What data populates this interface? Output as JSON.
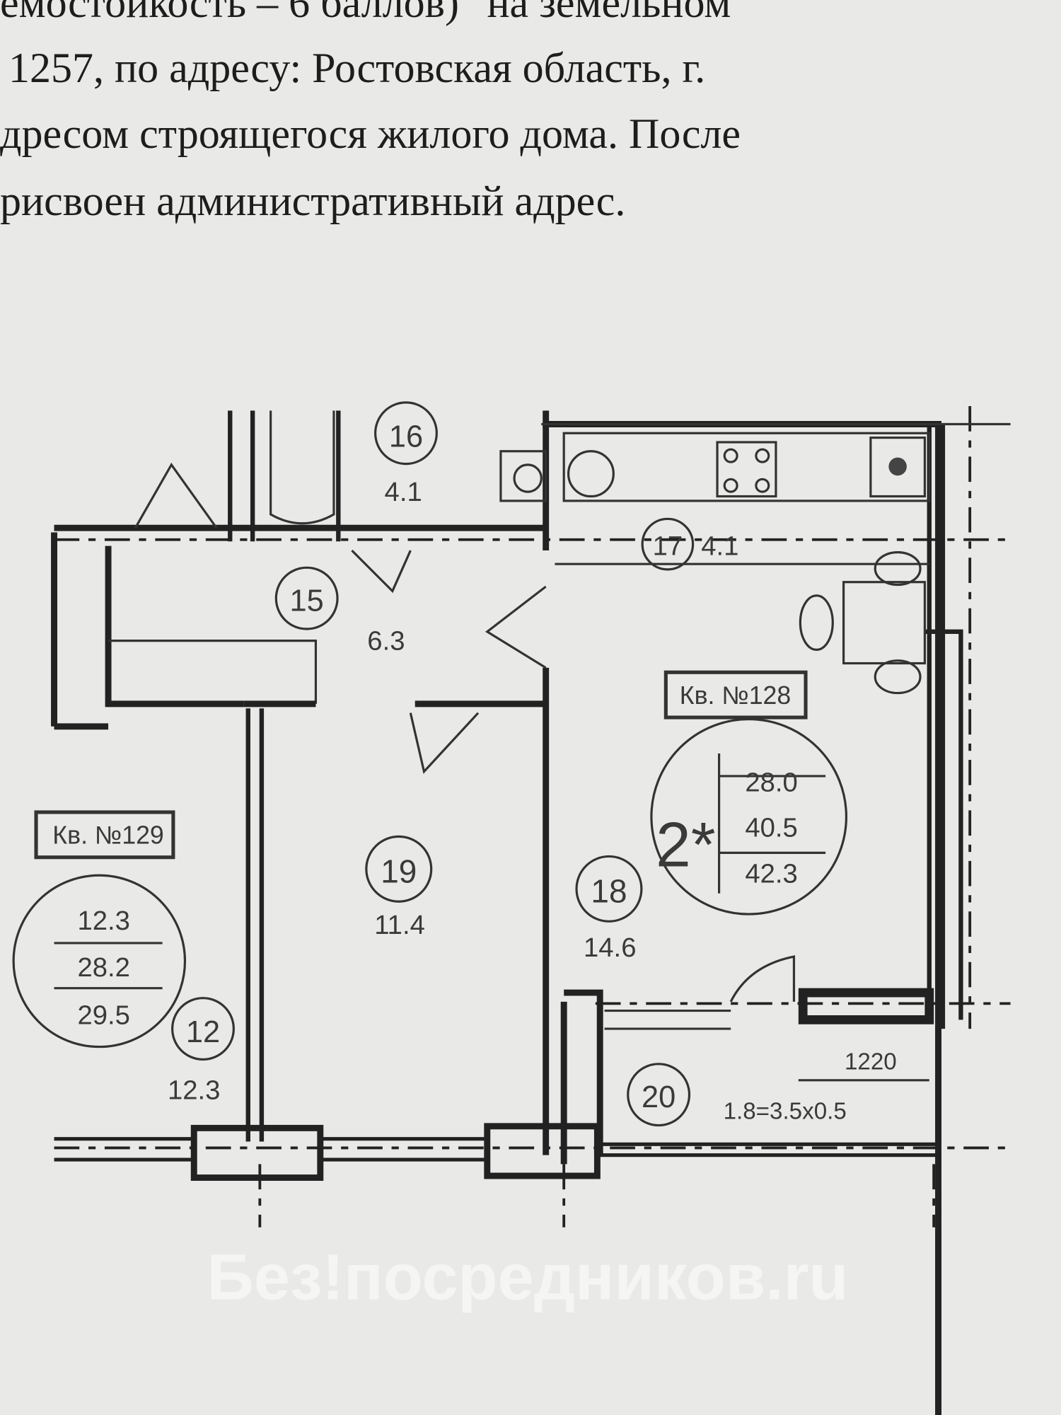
{
  "document": {
    "lines": [
      "емостойкость – 6 баллов)\" на земельном",
      "1257, по адресу: Ростовская область, г.",
      "дресом строящегося жилого дома. После",
      "рисвоен административный адрес."
    ]
  },
  "floor_plan": {
    "rooms": [
      {
        "number": "16",
        "area": "4.1"
      },
      {
        "number": "15",
        "area": "6.3"
      },
      {
        "number": "17",
        "area": "4.1"
      },
      {
        "number": "19",
        "area": "11.4"
      },
      {
        "number": "18",
        "area": "14.6"
      },
      {
        "number": "20",
        "area": "1.8=3.5х0.5"
      },
      {
        "number": "12",
        "area": "12.3"
      }
    ],
    "apartment_128": {
      "label": "Кв. №128",
      "rooms_count": "2*",
      "areas": [
        "28.0",
        "40.5",
        "42.3"
      ]
    },
    "apartment_129": {
      "label": "Кв. №129",
      "areas": [
        "12.3",
        "28.2",
        "29.5"
      ]
    },
    "dimension": "1220"
  },
  "watermark": "Без!посредников.ru"
}
